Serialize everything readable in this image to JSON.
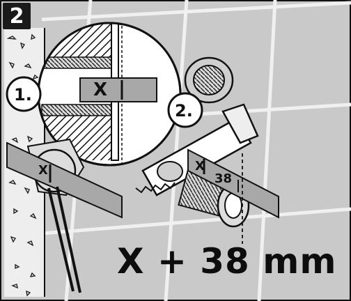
{
  "figure": {
    "step_number": "2",
    "substep_1_label": "1.",
    "substep_2_label": "2.",
    "marker_x": "X",
    "ruler_value": "38",
    "caption": "X + 38 mm"
  },
  "colors": {
    "tile_background": "#c9c9c9",
    "grout": "#f2f2f2",
    "ruler": "#a8a8a8",
    "outline": "#111111",
    "wall": "#eeeeee"
  }
}
